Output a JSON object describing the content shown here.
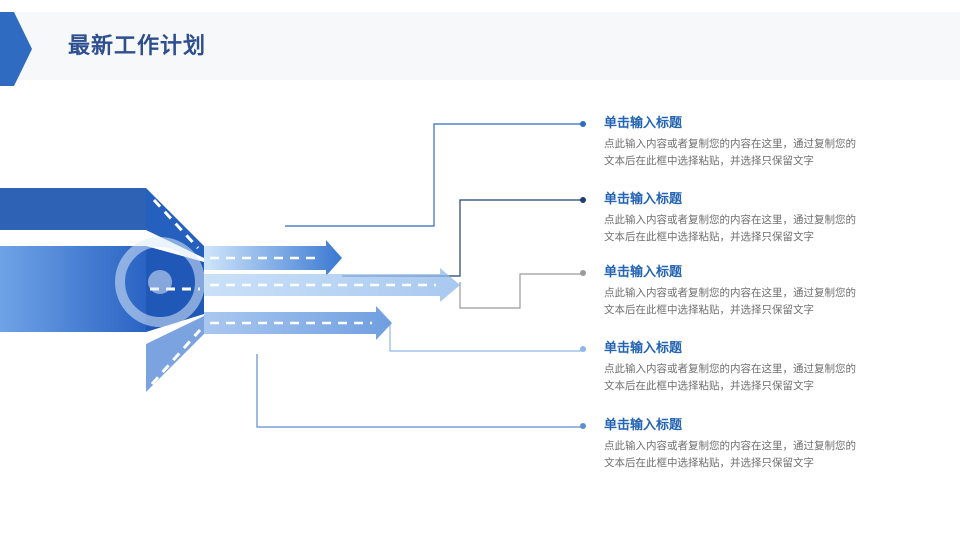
{
  "header": {
    "title": "最新工作计划"
  },
  "items": [
    {
      "title": "单击输入标题",
      "desc": "点此输入内容或者复制您的内容在这里，通过复制您的文本后在此框中选择粘贴，并选择只保留文字",
      "color": "#2f6bc0"
    },
    {
      "title": "单击输入标题",
      "desc": "点此输入内容或者复制您的内容在这里，通过复制您的文本后在此框中选择粘贴，并选择只保留文字",
      "color": "#1e3f72"
    },
    {
      "title": "单击输入标题",
      "desc": "点此输入内容或者复制您的内容在这里，通过复制您的文本后在此框中选择粘贴，并选择只保留文字",
      "color": "#9a9a9a"
    },
    {
      "title": "单击输入标题",
      "desc": "点此输入内容或者复制您的内容在这里，通过复制您的文本后在此框中选择粘贴，并选择只保留文字",
      "color": "#8fb6ea"
    },
    {
      "title": "单击输入标题",
      "desc": "点此输入内容或者复制您的内容在这里，通过复制您的文本后在此框中选择粘贴，并选择只保留文字",
      "color": "#5d8fd0"
    }
  ]
}
